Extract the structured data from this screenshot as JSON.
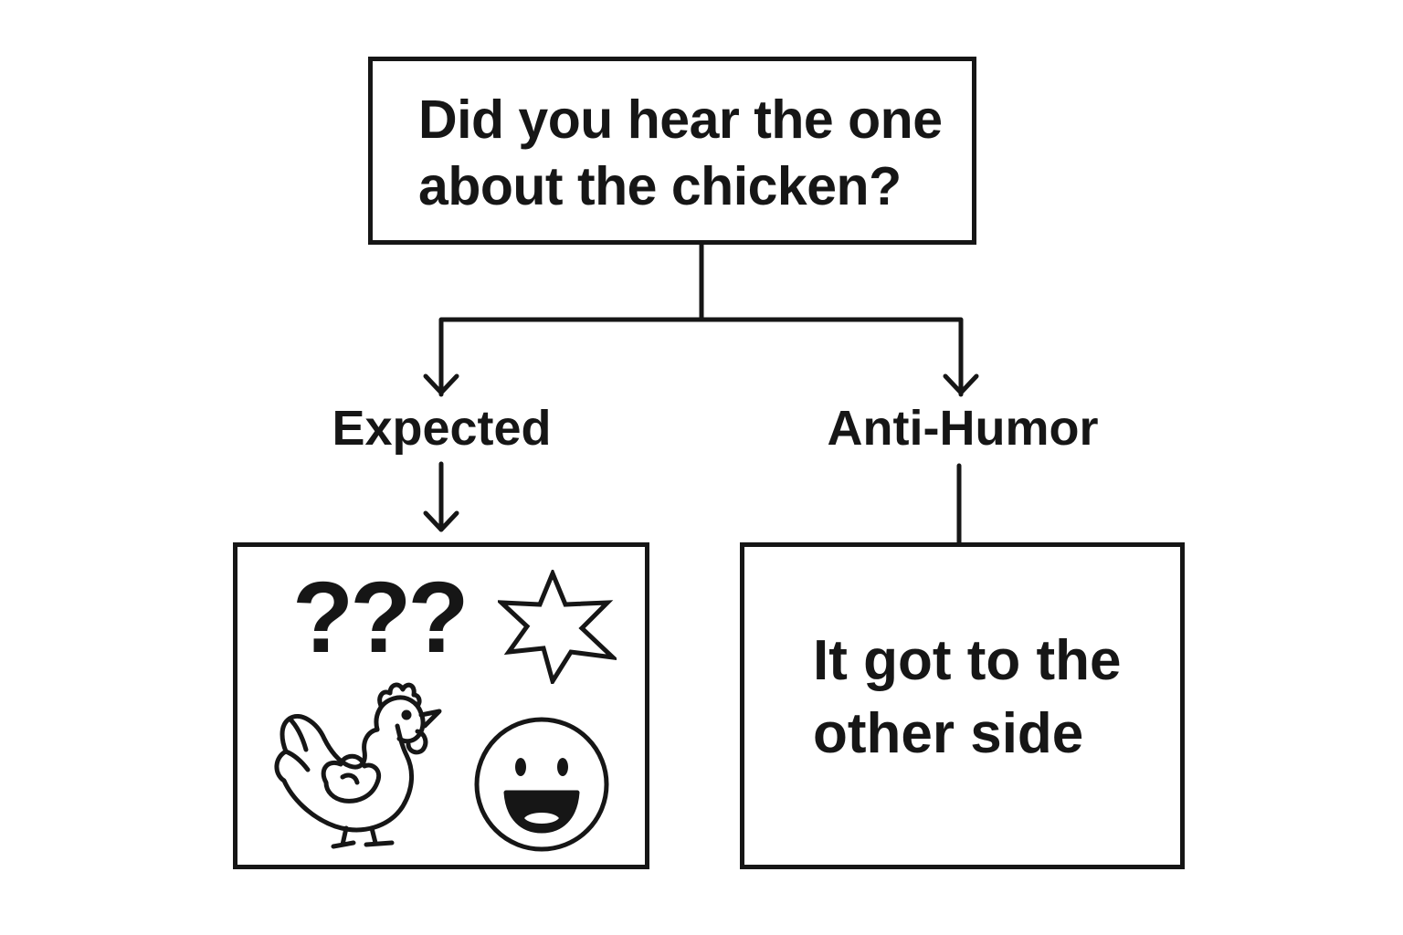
{
  "question": {
    "line1": "Did you hear the one",
    "line2": "about the chicken?"
  },
  "branches": {
    "expected": {
      "label": "Expected",
      "content": {
        "question_marks": "???",
        "icons": [
          "starburst-icon",
          "chicken-icon",
          "smiley-face-icon"
        ]
      }
    },
    "anti_humor": {
      "label": "Anti-Humor",
      "answer": {
        "line1": "It got to the",
        "line2": "other side"
      }
    }
  },
  "colors": {
    "stroke": "#161616",
    "background": "#ffffff"
  }
}
